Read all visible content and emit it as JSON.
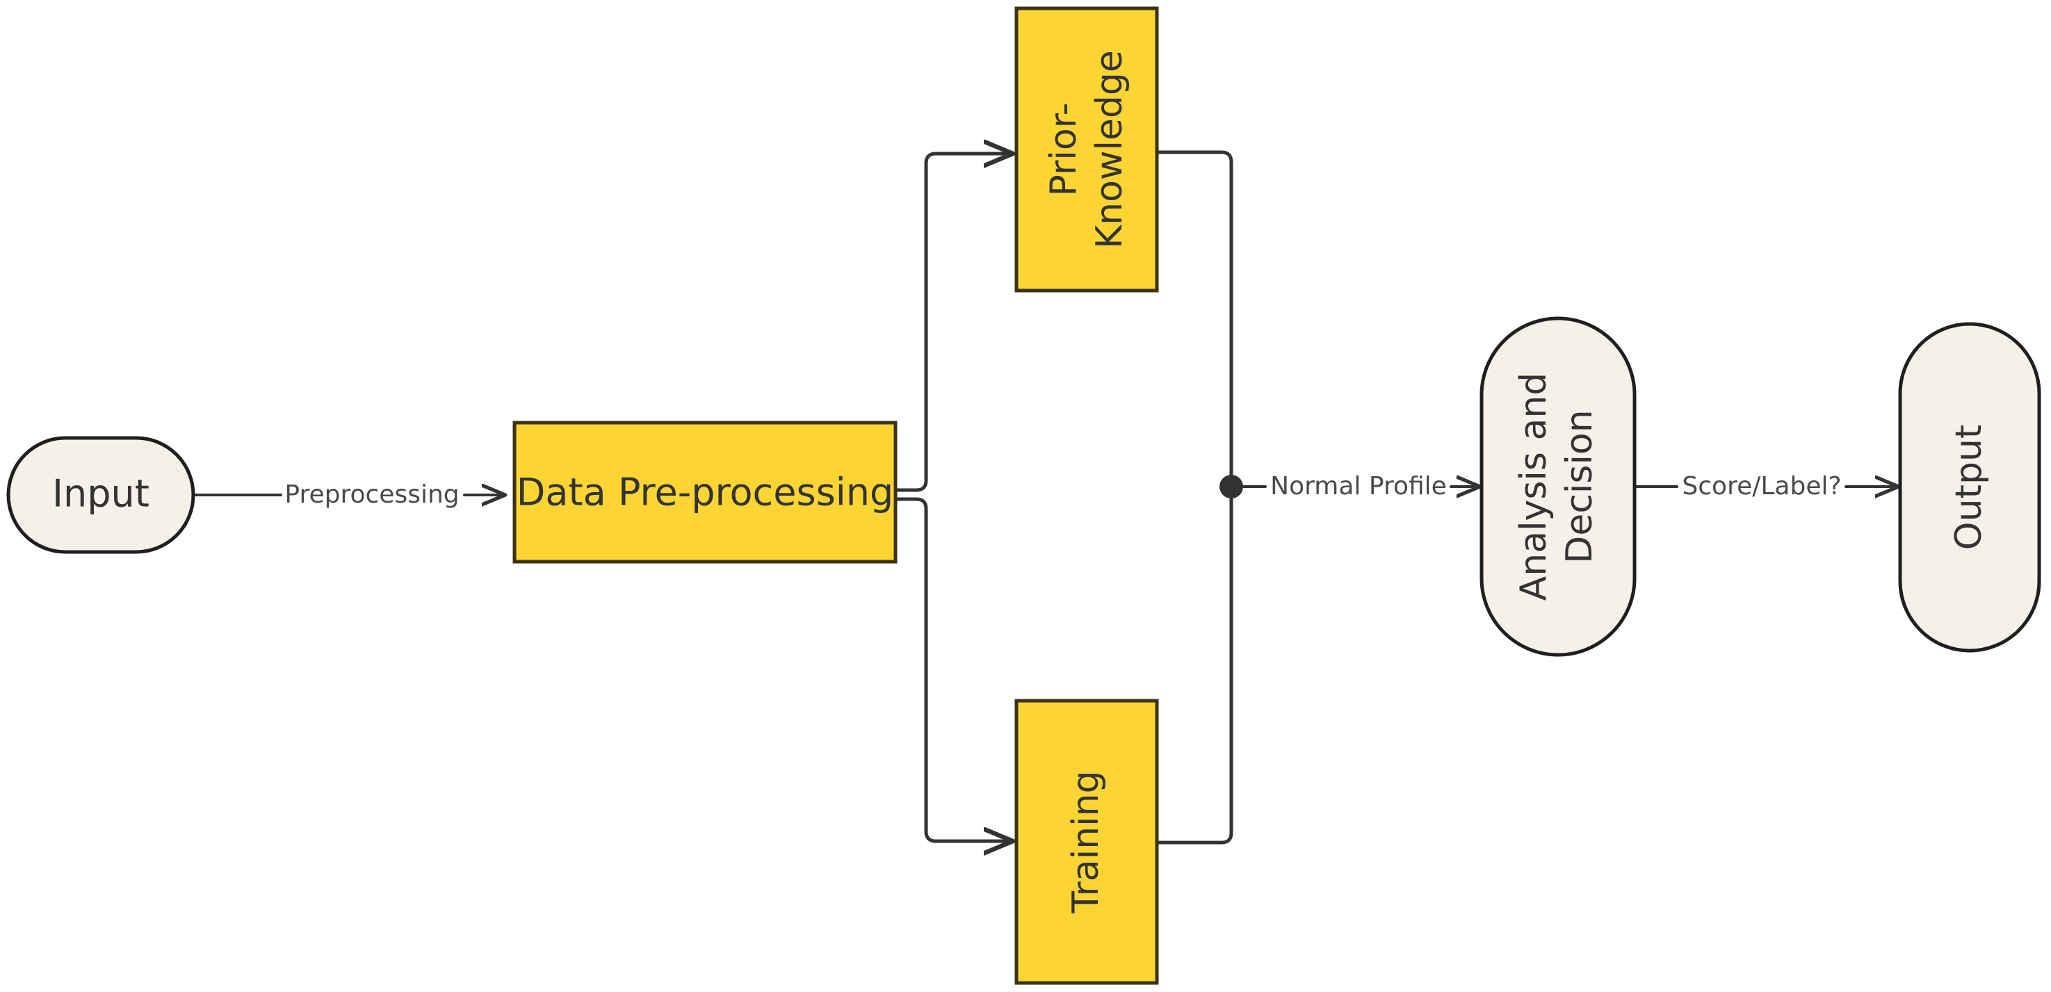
{
  "diagram": {
    "type": "flowchart",
    "orientation": "left-to-right",
    "background_color": "#ffffff",
    "palette": {
      "process_fill": "#FCD535",
      "process_stroke": "#3b3218",
      "terminal_fill": "#F5F1E9",
      "terminal_stroke": "#1f1f1f",
      "edge_color": "#333333",
      "label_color": "#4a4a4a",
      "node_text_color": "#333333"
    },
    "nodes": [
      {
        "id": "input",
        "label": "Input",
        "shape": "stadium",
        "fill": "#F5F1E9",
        "text_orientation": "horizontal"
      },
      {
        "id": "data-pre-processing",
        "label": "Data Pre-processing",
        "shape": "rectangle",
        "fill": "#FCD535",
        "text_orientation": "horizontal"
      },
      {
        "id": "prior-knowledge",
        "label_lines": [
          "Prior-",
          "Knowledge"
        ],
        "label": "Prior-Knowledge",
        "shape": "rectangle",
        "fill": "#FCD535",
        "text_orientation": "vertical-rotated-90"
      },
      {
        "id": "training",
        "label_lines": [
          "Training"
        ],
        "label": "Training",
        "shape": "rectangle",
        "fill": "#FCD535",
        "text_orientation": "vertical-rotated-90"
      },
      {
        "id": "analysis-and-decision",
        "label_lines": [
          "Analysis and",
          "Decision"
        ],
        "label": "Analysis and Decision",
        "shape": "stadium",
        "fill": "#F5F1E9",
        "text_orientation": "vertical-rotated-90"
      },
      {
        "id": "output",
        "label_lines": [
          "Output"
        ],
        "label": "Output",
        "shape": "stadium",
        "fill": "#F5F1E9",
        "text_orientation": "vertical-rotated-90"
      }
    ],
    "edges": [
      {
        "id": "e1",
        "from": "input",
        "to": "data-pre-processing",
        "label": "Preprocessing",
        "arrow": true
      },
      {
        "id": "e2",
        "from": "data-pre-processing",
        "to": "prior-knowledge",
        "label": "",
        "arrow": true
      },
      {
        "id": "e3",
        "from": "data-pre-processing",
        "to": "training",
        "label": "",
        "arrow": true
      },
      {
        "id": "e4",
        "from": "prior-knowledge",
        "to": "merge-junction",
        "label": "",
        "arrow": false
      },
      {
        "id": "e5",
        "from": "training",
        "to": "merge-junction",
        "label": "",
        "arrow": false
      },
      {
        "id": "e6",
        "from": "merge-junction",
        "to": "analysis-and-decision",
        "label": "Normal Profile",
        "arrow": true
      },
      {
        "id": "e7",
        "from": "analysis-and-decision",
        "to": "output",
        "label": "Score/Label?",
        "arrow": true
      }
    ]
  }
}
